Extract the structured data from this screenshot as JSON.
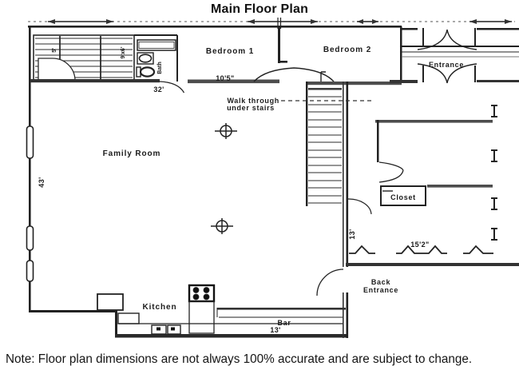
{
  "title": "Main Floor Plan",
  "note": "Note: Floor plan dimensions are not always 100% accurate and are subject to change.",
  "labels": {
    "bedroom1": "Bedroom 1",
    "bedroom2": "Bedroom 2",
    "entrance": "Entrance",
    "family_room": "Family Room",
    "kitchen": "Kitchen",
    "bar": "Bar",
    "closet": "Closet",
    "bath": "Bath",
    "back_line1": "Back",
    "back_line2": "Entrance",
    "walk_line1": "Walk through",
    "walk_line2": "under stairs"
  },
  "dimensions": {
    "hall": "10'5\"",
    "upper_stairs": "32'",
    "family_depth": "43'",
    "porch": "15'2\"",
    "bar_length": "13'",
    "stair_run": "13'",
    "stair_a": "5'",
    "stair_b": "9'x6'"
  },
  "colors": {
    "ink": "#1b1b1b",
    "wall_gray": "#4d4d4d",
    "bg": "#ffffff"
  }
}
